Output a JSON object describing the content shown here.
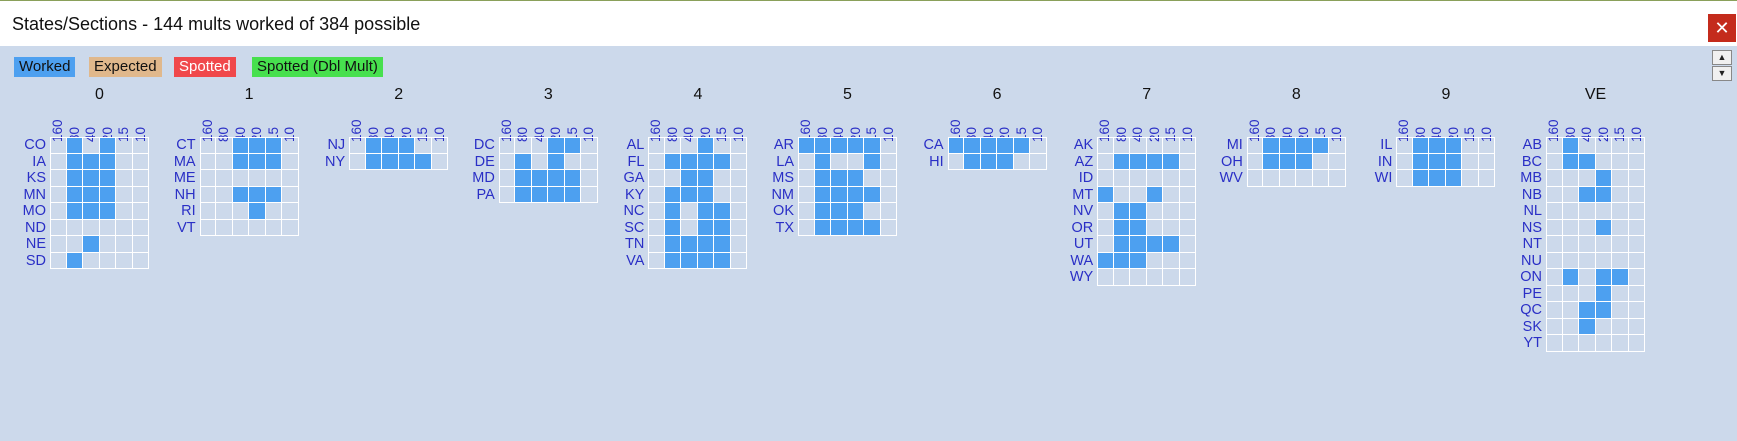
{
  "window": {
    "title": "States/Sections - 144 mults worked of 384 possible",
    "close_glyph": "✕"
  },
  "legend": {
    "worked": "Worked",
    "expected": "Expected",
    "spotted": "Spotted",
    "spotted_dbl": "Spotted (Dbl Mult)"
  },
  "colors": {
    "worked": "#4da0f0",
    "expected": "#e0b88c",
    "spotted": "#f0484b",
    "spotted_dbl": "#47e04e",
    "label": "#2a2fc6"
  },
  "bands": [
    "160",
    "80",
    "40",
    "20",
    "15",
    "10"
  ],
  "scroll": {
    "up_glyph": "▲",
    "down_glyph": "▼"
  },
  "districts": [
    {
      "label": "0",
      "rows": [
        {
          "name": "CO",
          "worked": [
            1,
            3
          ]
        },
        {
          "name": "IA",
          "worked": [
            1,
            2,
            3
          ]
        },
        {
          "name": "KS",
          "worked": [
            1,
            2,
            3
          ]
        },
        {
          "name": "MN",
          "worked": [
            1,
            2,
            3
          ]
        },
        {
          "name": "MO",
          "worked": [
            1,
            2,
            3
          ]
        },
        {
          "name": "ND",
          "worked": []
        },
        {
          "name": "NE",
          "worked": [
            2
          ]
        },
        {
          "name": "SD",
          "worked": [
            1
          ]
        }
      ]
    },
    {
      "label": "1",
      "rows": [
        {
          "name": "CT",
          "worked": [
            2,
            3,
            4
          ]
        },
        {
          "name": "MA",
          "worked": [
            2,
            3,
            4
          ]
        },
        {
          "name": "ME",
          "worked": []
        },
        {
          "name": "NH",
          "worked": [
            2,
            3,
            4
          ]
        },
        {
          "name": "RI",
          "worked": [
            3
          ]
        },
        {
          "name": "VT",
          "worked": []
        }
      ]
    },
    {
      "label": "2",
      "rows": [
        {
          "name": "NJ",
          "worked": [
            1,
            2,
            3
          ]
        },
        {
          "name": "NY",
          "worked": [
            1,
            2,
            3,
            4
          ]
        }
      ]
    },
    {
      "label": "3",
      "rows": [
        {
          "name": "DC",
          "worked": [
            3,
            4
          ]
        },
        {
          "name": "DE",
          "worked": [
            1,
            3
          ]
        },
        {
          "name": "MD",
          "worked": [
            1,
            2,
            3,
            4
          ]
        },
        {
          "name": "PA",
          "worked": [
            1,
            2,
            3,
            4
          ]
        }
      ]
    },
    {
      "label": "4",
      "rows": [
        {
          "name": "AL",
          "worked": [
            3
          ]
        },
        {
          "name": "FL",
          "worked": [
            1,
            2,
            3,
            4
          ]
        },
        {
          "name": "GA",
          "worked": [
            2,
            3
          ]
        },
        {
          "name": "KY",
          "worked": [
            1,
            2,
            3
          ]
        },
        {
          "name": "NC",
          "worked": [
            1,
            3,
            4
          ]
        },
        {
          "name": "SC",
          "worked": [
            1,
            3,
            4
          ]
        },
        {
          "name": "TN",
          "worked": [
            1,
            2,
            3,
            4
          ]
        },
        {
          "name": "VA",
          "worked": [
            1,
            2,
            3,
            4
          ]
        }
      ]
    },
    {
      "label": "5",
      "rows": [
        {
          "name": "AR",
          "worked": [
            0,
            1,
            2,
            3,
            4
          ]
        },
        {
          "name": "LA",
          "worked": [
            1,
            4
          ]
        },
        {
          "name": "MS",
          "worked": [
            1,
            2,
            3
          ]
        },
        {
          "name": "NM",
          "worked": [
            1,
            2,
            3,
            4
          ]
        },
        {
          "name": "OK",
          "worked": [
            1,
            2,
            3
          ]
        },
        {
          "name": "TX",
          "worked": [
            1,
            2,
            3,
            4
          ]
        }
      ]
    },
    {
      "label": "6",
      "rows": [
        {
          "name": "CA",
          "worked": [
            0,
            1,
            2,
            3,
            4
          ]
        },
        {
          "name": "HI",
          "worked": [
            1,
            2,
            3
          ]
        }
      ]
    },
    {
      "label": "7",
      "rows": [
        {
          "name": "AK",
          "worked": []
        },
        {
          "name": "AZ",
          "worked": [
            1,
            2,
            3,
            4
          ]
        },
        {
          "name": "ID",
          "worked": []
        },
        {
          "name": "MT",
          "worked": [
            0,
            3
          ]
        },
        {
          "name": "NV",
          "worked": [
            1,
            2
          ]
        },
        {
          "name": "OR",
          "worked": [
            1,
            2
          ]
        },
        {
          "name": "UT",
          "worked": [
            1,
            2,
            3,
            4
          ]
        },
        {
          "name": "WA",
          "worked": [
            0,
            1,
            2
          ]
        },
        {
          "name": "WY",
          "worked": []
        }
      ]
    },
    {
      "label": "8",
      "rows": [
        {
          "name": "MI",
          "worked": [
            1,
            2,
            3,
            4
          ]
        },
        {
          "name": "OH",
          "worked": [
            1,
            2,
            3
          ]
        },
        {
          "name": "WV",
          "worked": []
        }
      ]
    },
    {
      "label": "9",
      "rows": [
        {
          "name": "IL",
          "worked": [
            1,
            2,
            3
          ]
        },
        {
          "name": "IN",
          "worked": [
            1,
            2,
            3
          ]
        },
        {
          "name": "WI",
          "worked": [
            1,
            2,
            3
          ]
        }
      ]
    },
    {
      "label": "VE",
      "rows": [
        {
          "name": "AB",
          "worked": [
            1
          ]
        },
        {
          "name": "BC",
          "worked": [
            1,
            2
          ]
        },
        {
          "name": "MB",
          "worked": [
            3
          ]
        },
        {
          "name": "NB",
          "worked": [
            2,
            3
          ]
        },
        {
          "name": "NL",
          "worked": []
        },
        {
          "name": "NS",
          "worked": [
            3
          ]
        },
        {
          "name": "NT",
          "worked": []
        },
        {
          "name": "NU",
          "worked": []
        },
        {
          "name": "ON",
          "worked": [
            1,
            3,
            4
          ]
        },
        {
          "name": "PE",
          "worked": [
            3
          ]
        },
        {
          "name": "QC",
          "worked": [
            2,
            3
          ]
        },
        {
          "name": "SK",
          "worked": [
            2
          ]
        },
        {
          "name": "YT",
          "worked": []
        }
      ]
    }
  ]
}
